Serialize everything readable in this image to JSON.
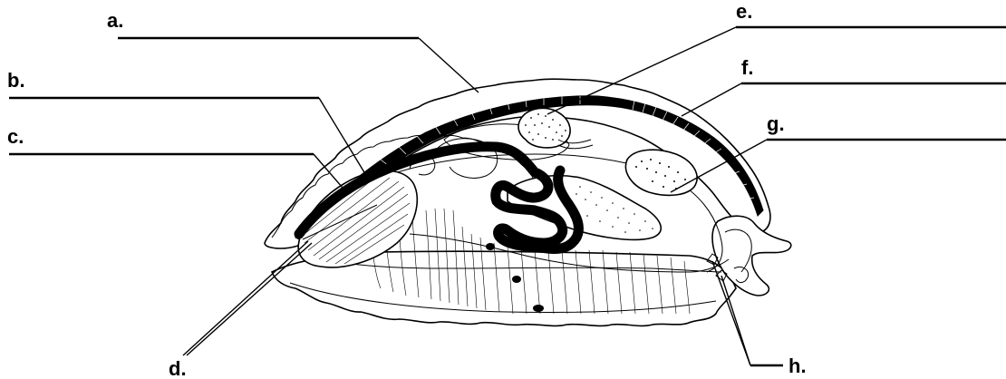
{
  "labels": {
    "a": "a.",
    "b": "b.",
    "c": "c.",
    "d": "d.",
    "e": "e.",
    "f": "f.",
    "g": "g.",
    "h": "h."
  }
}
